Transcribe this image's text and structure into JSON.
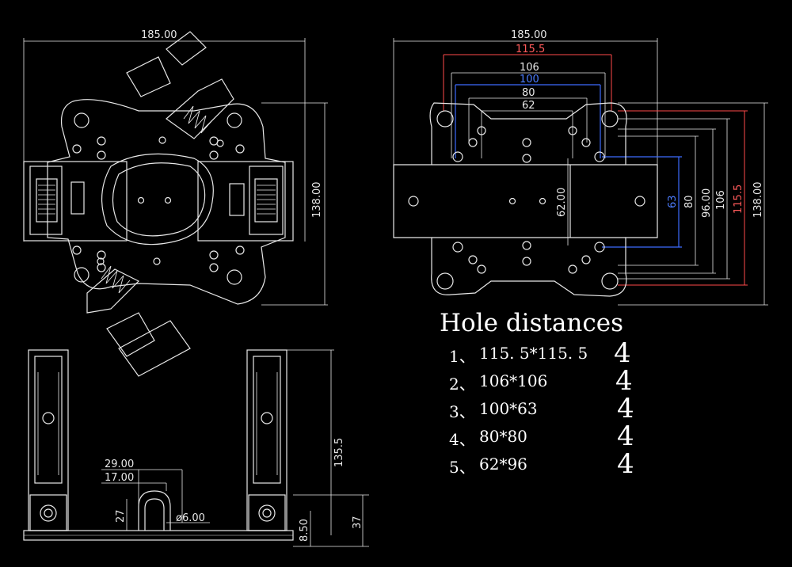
{
  "colors": {
    "background": "#000000",
    "outline": "#e8e8e8",
    "dim_red": "#ff5a5a",
    "dim_blue": "#4d7dff",
    "dim_white": "#e8e8e8"
  },
  "left_top_view": {
    "width_dim": "185.00",
    "height_dim": "138.00"
  },
  "right_top_view": {
    "width_dims": {
      "d185": "185.00",
      "d115": "115.5",
      "d106": "106",
      "d100": "100",
      "d80": "80",
      "d62": "62"
    },
    "height_dims": {
      "d62": "62.00",
      "d63": "63",
      "d80": "80",
      "d96": "96.00",
      "d106": "106",
      "d115": "115.5",
      "d138": "138.00"
    }
  },
  "side_view": {
    "dim_29": "29.00",
    "dim_17": "17.00",
    "dim_27": "27",
    "dim_hole": "ø6.00",
    "dim_height": "135.5",
    "dim_37": "37",
    "dim_850": "8.50"
  },
  "hole_distances": {
    "title": "Hole distances",
    "rows": [
      {
        "index": "1、",
        "value": "115. 5*115. 5",
        "qty": "4"
      },
      {
        "index": "2、",
        "value": "106*106",
        "qty": "4"
      },
      {
        "index": "3、",
        "value": "100*63",
        "qty": "4"
      },
      {
        "index": "4、",
        "value": "80*80",
        "qty": "4"
      },
      {
        "index": "5、",
        "value": "62*96",
        "qty": "4"
      }
    ]
  }
}
